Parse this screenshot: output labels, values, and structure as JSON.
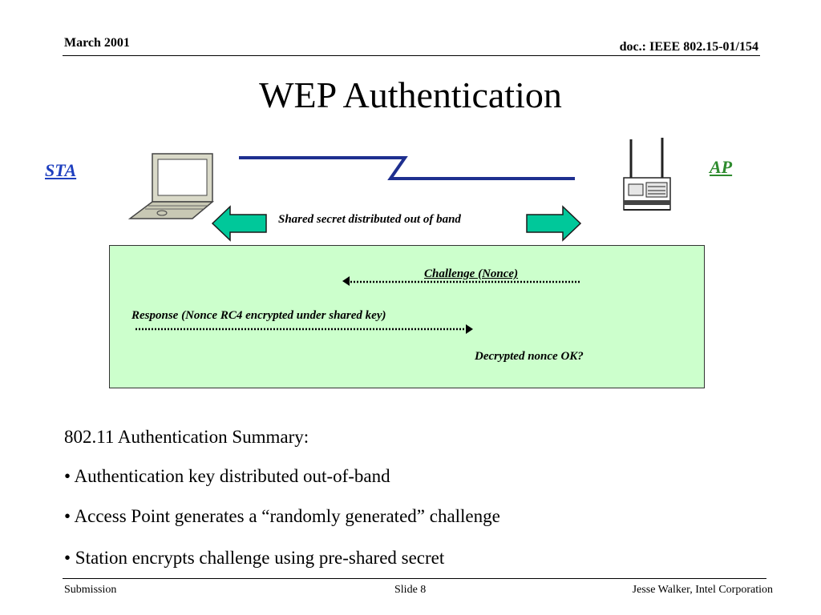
{
  "header": {
    "date": "March 2001",
    "doc_id": "doc.: IEEE 802.15-01/154"
  },
  "title": "WEP Authentication",
  "diagram": {
    "sta_label": "STA",
    "ap_label": "AP",
    "shared_secret": "Shared secret distributed out of band",
    "challenge": "Challenge (Nonce)",
    "response": "Response (Nonce RC4 encrypted under shared key)",
    "decrypted": "Decrypted nonce OK?",
    "colors": {
      "sta": "#1e3fbf",
      "ap": "#2e8b2e",
      "box_fill": "#ccffcc",
      "arrow_fill": "#00c89a",
      "wire": "#1e2f8f"
    }
  },
  "summary": {
    "heading": "802.11 Authentication Summary:",
    "bullets": [
      "• Authentication key distributed out-of-band",
      "• Access Point generates a “randomly generated” challenge",
      "• Station encrypts challenge using pre-shared secret"
    ]
  },
  "footer": {
    "left": "Submission",
    "center": "Slide 8",
    "right": "Jesse Walker, Intel Corporation"
  }
}
